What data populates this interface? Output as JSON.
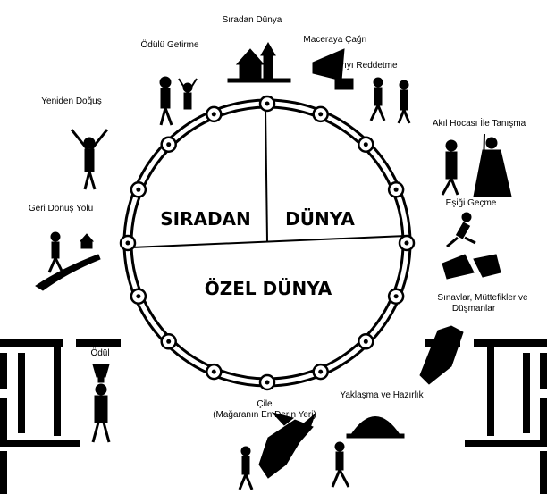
{
  "diagram": {
    "halves": {
      "ordinary_left": "SIRADAN",
      "ordinary_right": "DÜNYA",
      "special": "ÖZEL DÜNYA"
    },
    "stages": {
      "ordinary_world": "Sıradan Dünya",
      "call_to_adventure": "Maceraya Çağrı",
      "refusal": "Çağrıyı Reddetme",
      "meeting_mentor": "Akıl Hocası İle Tanışma",
      "crossing_threshold": "Eşiği Geçme",
      "tests_line1": "Sınavlar, Müttefikler ve",
      "tests_line2": "Düşmanlar",
      "approach": "Yaklaşma ve Hazırlık",
      "ordeal_line1": "Çile",
      "ordeal_line2": "(Mağaranın En Derin Yeri)",
      "reward": "Ödül",
      "road_back": "Geri Dönüş Yolu",
      "resurrection": "Yeniden Doğuş",
      "return_elixir": "Ödülü Getirme"
    }
  }
}
